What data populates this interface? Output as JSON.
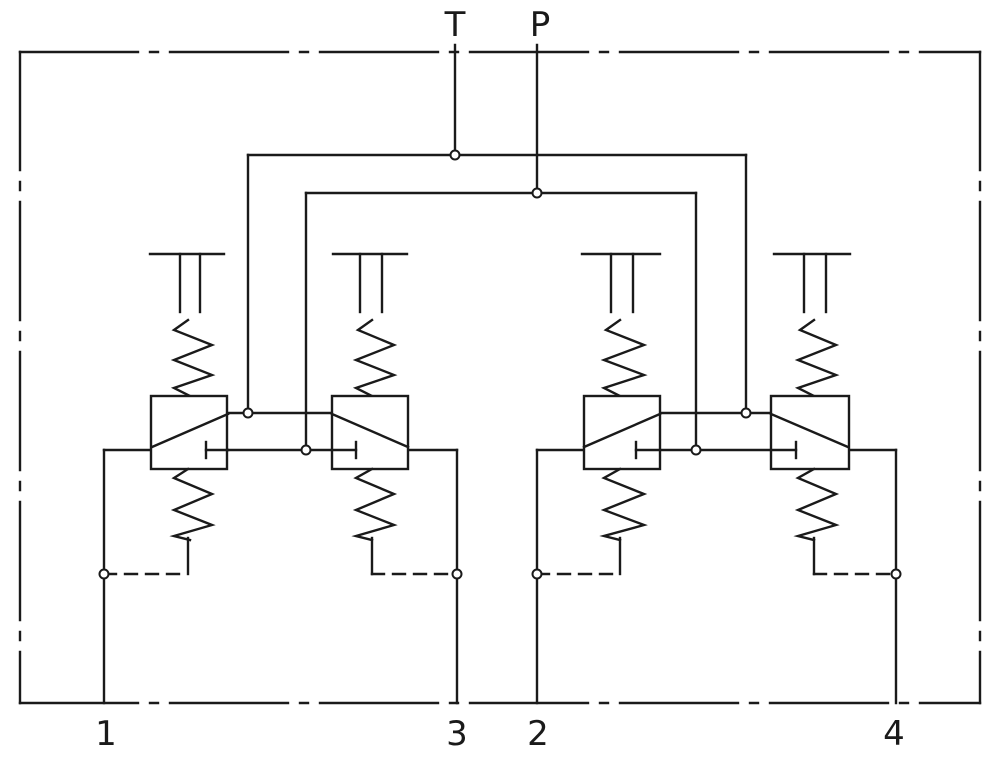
{
  "ports": {
    "tank": "T",
    "pressure": "P",
    "p1": "1",
    "p2": "2",
    "p3": "3",
    "p4": "4"
  },
  "colors": {
    "line": "#1a1a1a",
    "background": "#ffffff"
  }
}
